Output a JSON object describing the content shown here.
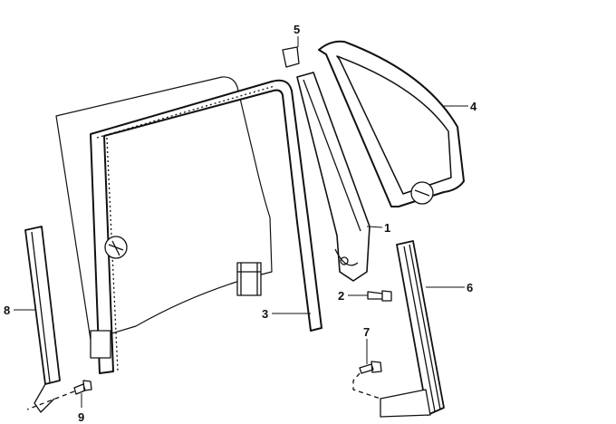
{
  "diagram": {
    "type": "exploded parts diagram",
    "callouts": [
      {
        "id": "callout-1",
        "label": "1"
      },
      {
        "id": "callout-2",
        "label": "2"
      },
      {
        "id": "callout-3",
        "label": "3"
      },
      {
        "id": "callout-4",
        "label": "4"
      },
      {
        "id": "callout-5",
        "label": "5"
      },
      {
        "id": "callout-6",
        "label": "6"
      },
      {
        "id": "callout-7",
        "label": "7"
      },
      {
        "id": "callout-8",
        "label": "8"
      },
      {
        "id": "callout-9",
        "label": "9"
      }
    ]
  }
}
